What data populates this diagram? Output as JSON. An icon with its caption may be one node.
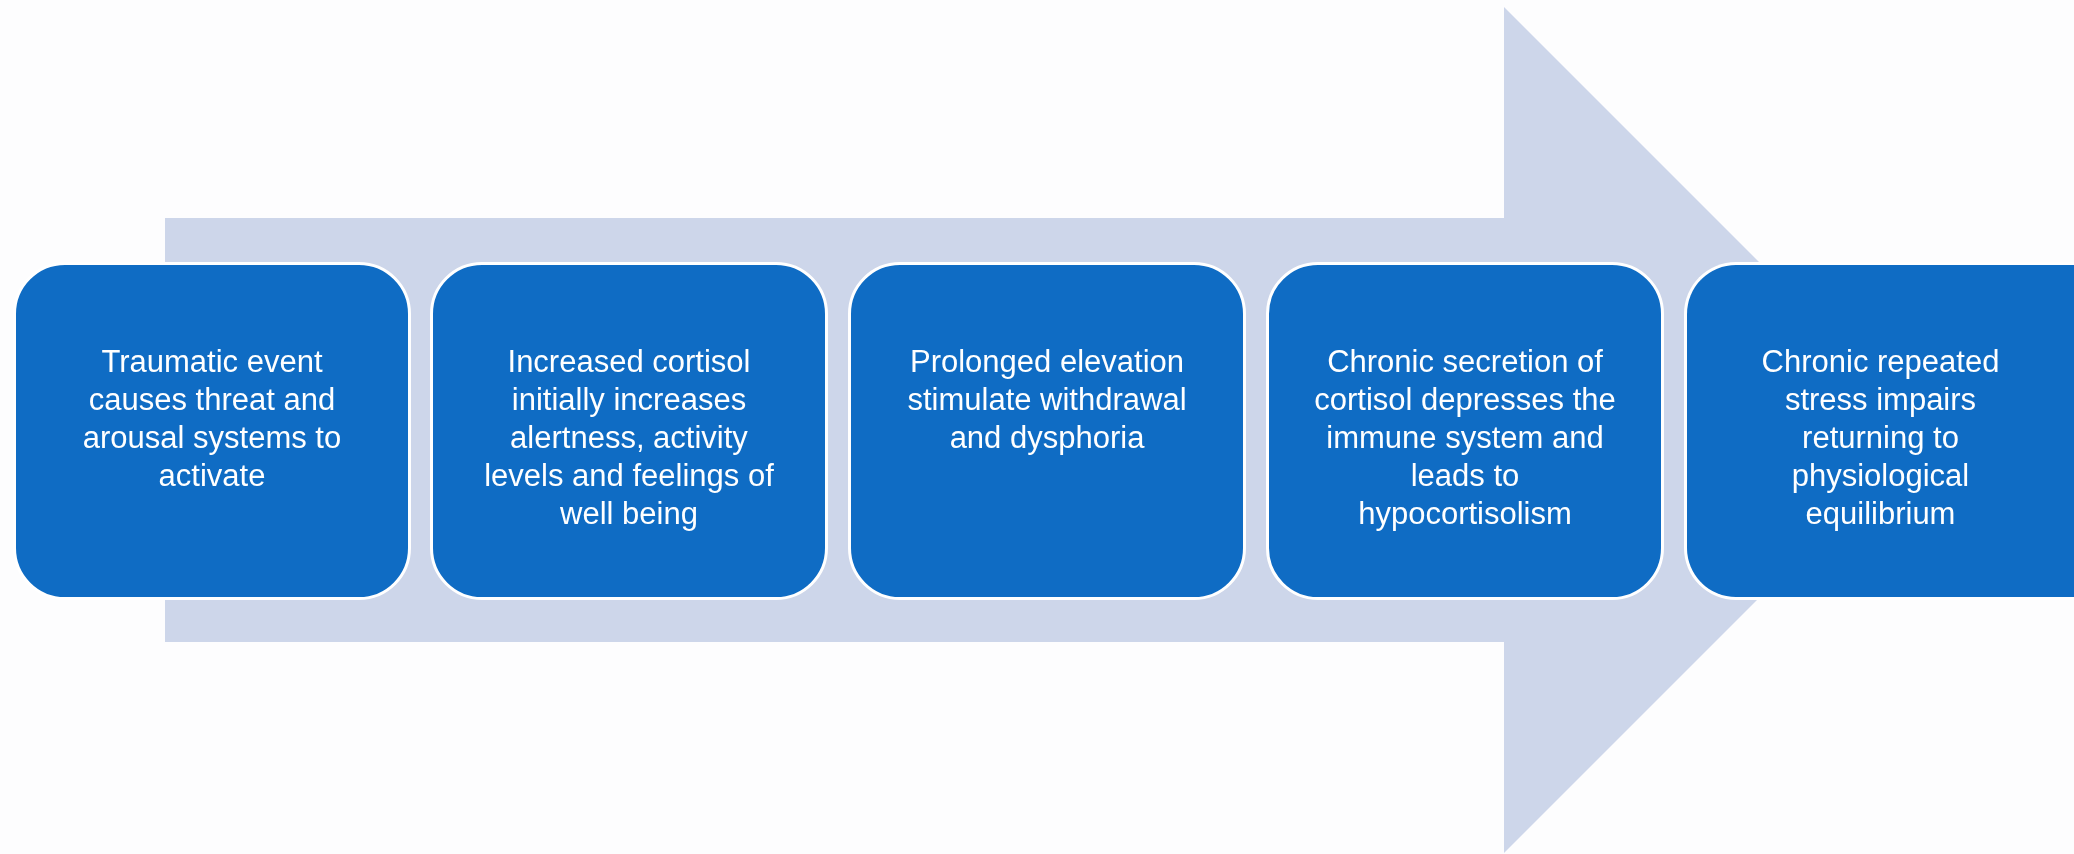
{
  "diagram": {
    "nodes": [
      {
        "text": [
          "Traumatic event causes threat and arousal systems to activate"
        ]
      },
      {
        "text": [
          "Increased cortisol initially increases alertness, activity levels and feelings of well being"
        ]
      },
      {
        "text": [
          "Prolonged elevation stimulate withdrawal and dysphoria"
        ]
      },
      {
        "text": [
          "Chronic secretion of cortisol depresses the immune system and leads to hypocortisolism"
        ]
      },
      {
        "text": [
          "Chronic repeated stress impairs returning to physiological equilibrium"
        ]
      }
    ],
    "edges": [
      {
        "from": 0,
        "to": 4,
        "arrow": "to"
      }
    ]
  }
}
